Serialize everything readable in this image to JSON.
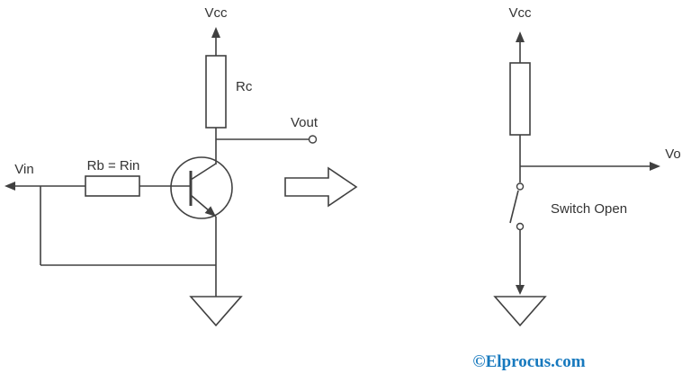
{
  "labels": {
    "left": {
      "vcc": "Vcc",
      "rc": "Rc",
      "vout": "Vout",
      "vin": "Vin",
      "rb": "Rb = Rin"
    },
    "right": {
      "vcc": "Vcc",
      "vo": "Vo",
      "switch_state": "Switch Open"
    },
    "watermark": "©Elprocus.com"
  },
  "colors": {
    "line": "#404040",
    "text": "#333333",
    "watermark": "#1779be"
  },
  "diagram_meaning": {
    "type": "circuit-schematic",
    "description": "NPN transistor as a switch in cutoff region equivalent to an open switch"
  }
}
